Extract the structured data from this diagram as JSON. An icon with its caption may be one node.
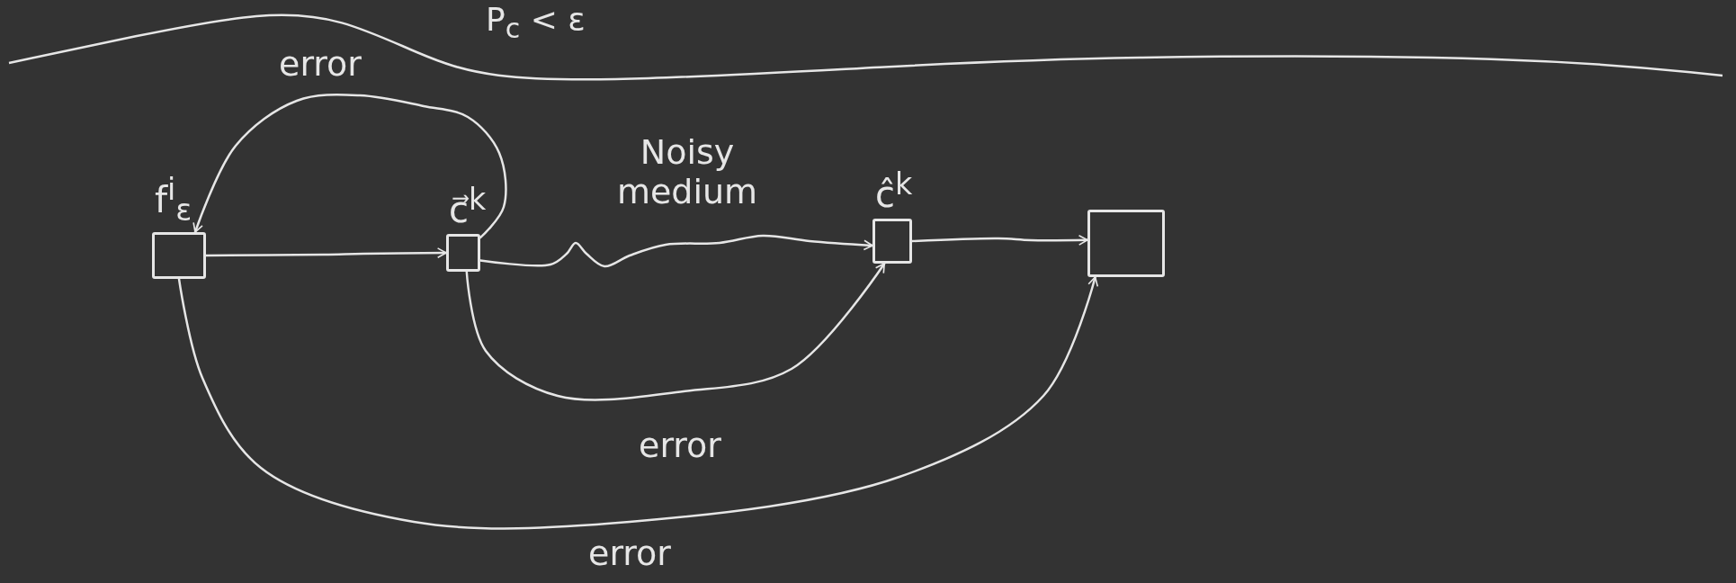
{
  "diagram": {
    "nodes": [
      {
        "text": [
          "f$^{i}$$_{ε}$"
        ]
      },
      {
        "text": [
          "c⃗$^{k}$"
        ]
      },
      {
        "text": [
          "ĉ$^{k}$"
        ]
      },
      {
        "text": [],
        "shape": "box"
      }
    ],
    "edges": [
      {
        "from": 0,
        "to": 1,
        "arrow": "to"
      },
      {
        "from": 1,
        "to": 2,
        "arrow": "to",
        "label": "Noisy medium"
      },
      {
        "from": 2,
        "to": 3,
        "arrow": "to"
      },
      {
        "from": 1,
        "to": 0,
        "arrow": "to",
        "label": "error"
      },
      {
        "from": 1,
        "to": 2,
        "arrow": "to",
        "label": "error"
      },
      {
        "from": 0,
        "to": 3,
        "arrow": "to",
        "label": "error"
      }
    ],
    "labels": [
      "P$_{c}$ < ε"
    ]
  }
}
